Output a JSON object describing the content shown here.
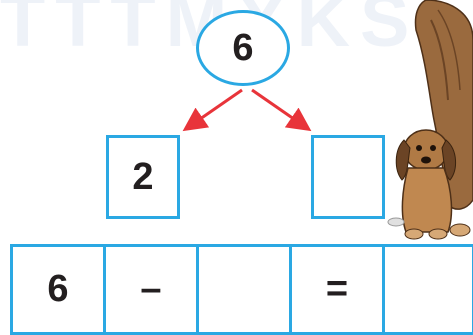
{
  "watermark": "TTTMXKS",
  "top_number": "6",
  "left_box": "2",
  "right_box": "",
  "equation": [
    "6",
    "–",
    "",
    "=",
    ""
  ],
  "colors": {
    "box_border": "#2aa8e3",
    "arrow": "#e8343a",
    "text": "#231f20"
  },
  "icons": [
    "dog-illustration",
    "arrow-left-down-icon",
    "arrow-right-down-icon"
  ]
}
